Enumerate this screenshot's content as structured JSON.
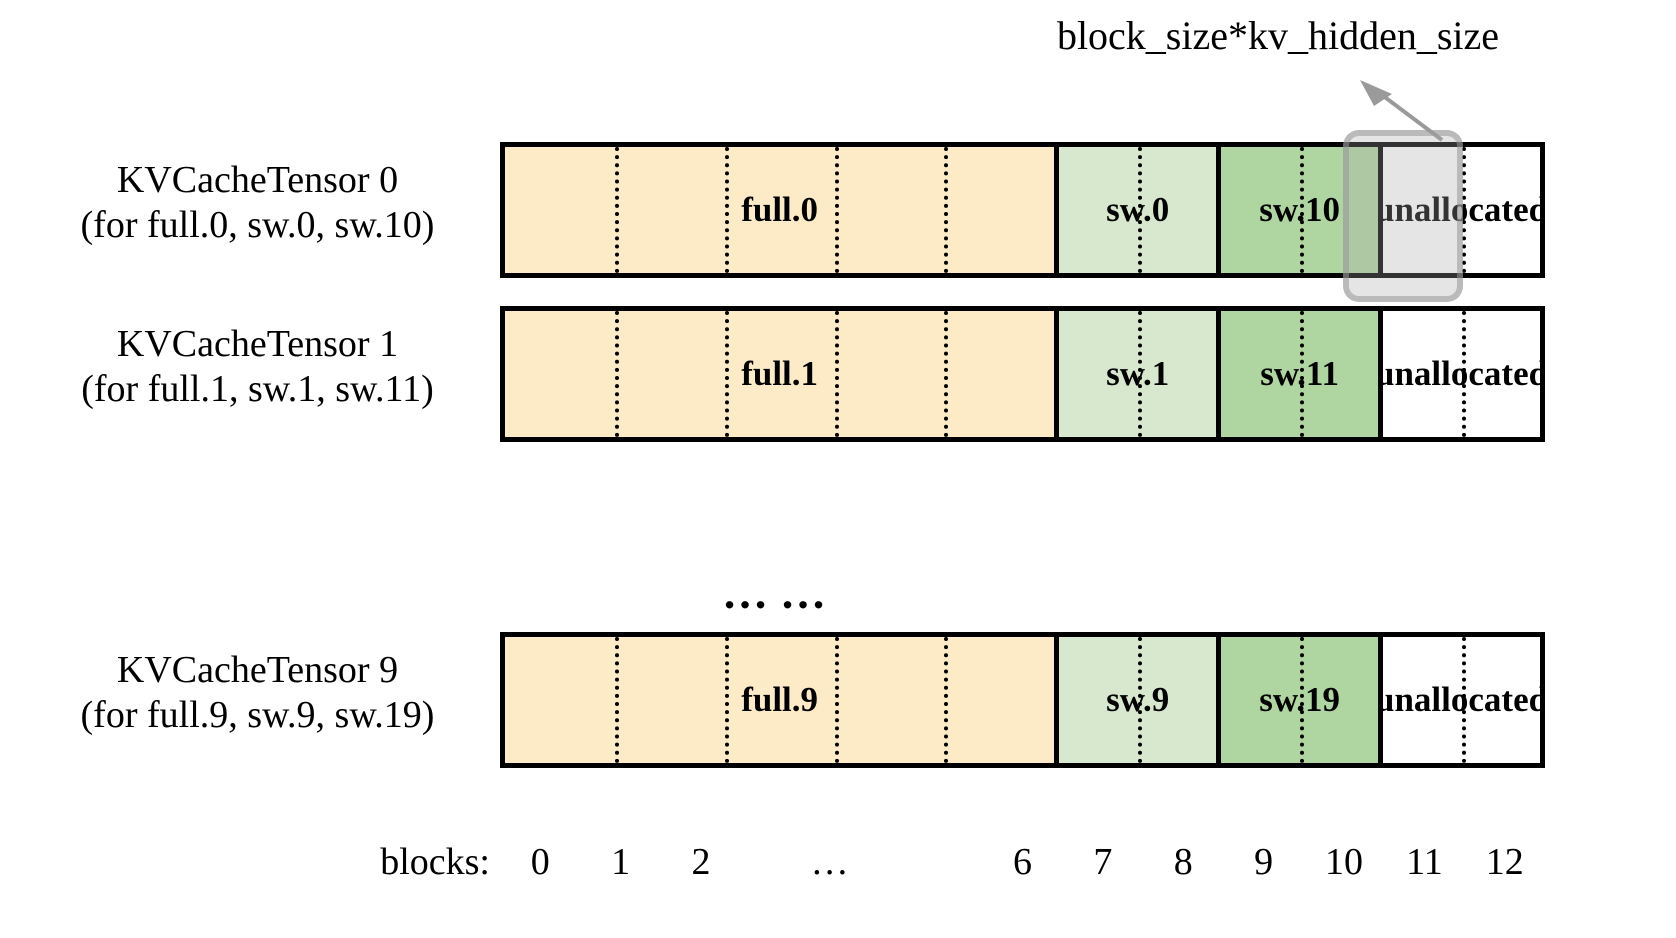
{
  "annotation": {
    "text": "block_size*kv_hidden_size",
    "arrow_icon": "arrow-up-left-icon"
  },
  "colors": {
    "full_block": "#FCEBC6",
    "sliding_window_light": "#D7E8CE",
    "sliding_window_dark": "#AFD6A0",
    "unallocated": "#FFFFFF",
    "outline": "#000000",
    "highlight": "#AAAAAA"
  },
  "rows": [
    {
      "label_line1": "KVCacheTensor 0",
      "label_line2": "(for full.0, sw.0, sw.10)",
      "segments": [
        {
          "text": "full.0",
          "kind": "full",
          "blocks": 7,
          "dividers": 4
        },
        {
          "text": "sw.0",
          "kind": "sw-light",
          "blocks": 2,
          "dividers": 1
        },
        {
          "text": "sw.10",
          "kind": "sw-dark",
          "blocks": 2,
          "dividers": 1
        },
        {
          "text": "unallocated",
          "kind": "unalloc",
          "blocks": 2,
          "dividers": 1
        }
      ]
    },
    {
      "label_line1": "KVCacheTensor 1",
      "label_line2": "(for full.1, sw.1, sw.11)",
      "segments": [
        {
          "text": "full.1",
          "kind": "full",
          "blocks": 7,
          "dividers": 4
        },
        {
          "text": "sw.1",
          "kind": "sw-light",
          "blocks": 2,
          "dividers": 1
        },
        {
          "text": "sw.11",
          "kind": "sw-dark",
          "blocks": 2,
          "dividers": 1
        },
        {
          "text": "unallocated",
          "kind": "unalloc",
          "blocks": 2,
          "dividers": 1
        }
      ]
    },
    {
      "label_line1": "KVCacheTensor 9",
      "label_line2": "(for full.9, sw.9, sw.19)",
      "segments": [
        {
          "text": "full.9",
          "kind": "full",
          "blocks": 7,
          "dividers": 4
        },
        {
          "text": "sw.9",
          "kind": "sw-light",
          "blocks": 2,
          "dividers": 1
        },
        {
          "text": "sw.19",
          "kind": "sw-dark",
          "blocks": 2,
          "dividers": 1
        },
        {
          "text": "unallocated",
          "kind": "unalloc",
          "blocks": 2,
          "dividers": 1
        }
      ]
    }
  ],
  "row_ellipsis": "……",
  "blocks_axis": {
    "title": "blocks:",
    "ticks": [
      "0",
      "1",
      "2",
      "…",
      "6",
      "7",
      "8",
      "9",
      "10",
      "11",
      "12"
    ]
  }
}
